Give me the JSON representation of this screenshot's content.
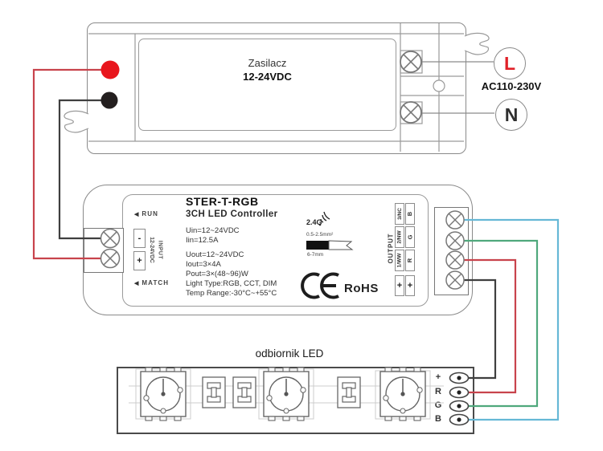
{
  "power_supply": {
    "name_line1": "Zasilacz",
    "name_line2": "12-24VDC",
    "live_label": "L",
    "neutral_label": "N",
    "ac_rating": "AC110-230V"
  },
  "controller": {
    "run_label": "RUN",
    "match_label": "MATCH",
    "input_label": "INPUT",
    "input_voltage": "12-24VDC",
    "input_minus": "-",
    "input_plus": "+",
    "model": "STER-T-RGB",
    "type": "3CH LED Controller",
    "specs": [
      "Uin=12~24VDC",
      "Iin=12.5A",
      "Uout=12~24VDC",
      "Iout=3×4A",
      "Pout=3×(48~96)W",
      "Light Type:RGB, CCT, DIM",
      "Temp Range:-30°C~+55°C"
    ],
    "wireless": "2.4G",
    "wire_gauge": "0.5-2.5mm²",
    "strip_length": "6-7mm",
    "rohs_label": "RoHS",
    "output_label": "OUTPUT",
    "output_rows": [
      {
        "channel": "3/NC",
        "color": "B"
      },
      {
        "channel": "2/NW",
        "color": "G"
      },
      {
        "channel": "1/WW",
        "color": "R"
      },
      {
        "channel": "+",
        "color": "+"
      }
    ]
  },
  "led_strip": {
    "label": "odbiornik LED",
    "pads": [
      "+",
      "R",
      "G",
      "B"
    ]
  },
  "colors": {
    "wire_red": "#c8434c",
    "wire_black": "#3f3f3f",
    "wire_green": "#4fa87c",
    "wire_blue": "#66b8d6",
    "dc_plus_dot": "#e8161d",
    "dc_minus_dot": "#241f1f"
  }
}
